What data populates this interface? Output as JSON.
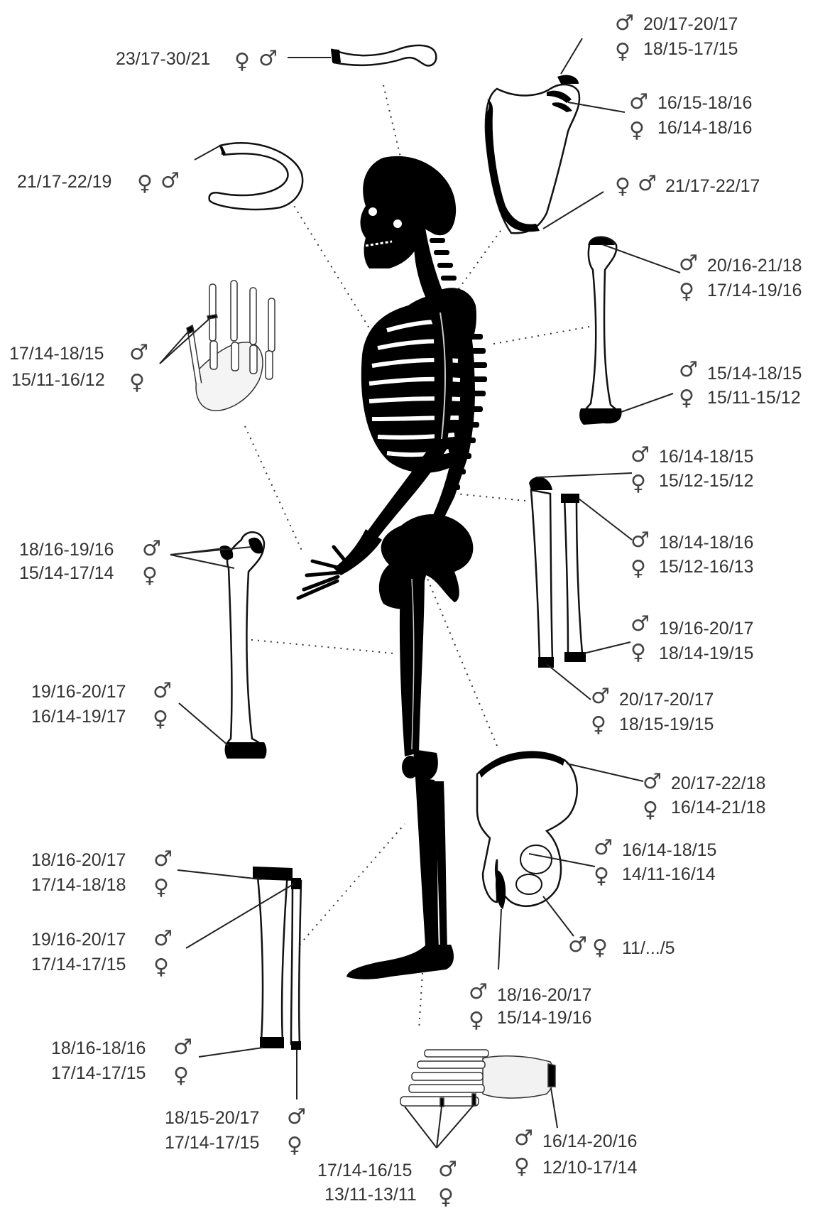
{
  "symbols": {
    "male": "♂",
    "female": "♀"
  },
  "labels": {
    "clavicle": "23/17-30/21",
    "rib": "21/17-22/19",
    "hand_m": "17/14-18/15",
    "hand_f": "15/11-16/12",
    "femur_prox_m": "18/16-19/16",
    "femur_prox_f": "15/14-17/14",
    "femur_dist_m": "19/16-20/17",
    "femur_dist_f": "16/14-19/17",
    "tibia_prox_m": "18/16-20/17",
    "tibia_prox_f": "17/14-18/18",
    "fibula_prox_m": "19/16-20/17",
    "fibula_prox_f": "17/14-17/15",
    "tibia_dist_m": "18/16-18/16",
    "tibia_dist_f": "17/14-17/15",
    "fibula_dist_m": "18/15-20/17",
    "fibula_dist_f": "17/14-17/15",
    "foot_phal_m": "17/14-16/15",
    "foot_phal_f": "13/11-13/11",
    "scap_acr_m": "20/17-20/17",
    "scap_acr_f": "18/15-17/15",
    "scap_cor_m": "16/15-18/16",
    "scap_cor_f": "16/14-18/16",
    "scap_border": "21/17-22/17",
    "hum_prox_m": "20/16-21/18",
    "hum_prox_f": "17/14-19/16",
    "hum_dist_m": "15/14-18/15",
    "hum_dist_f": "15/11-15/12",
    "rad_prox_m": "16/14-18/15",
    "rad_prox_f": "15/12-15/12",
    "uln_prox_m": "18/14-18/16",
    "uln_prox_f": "15/12-16/13",
    "uln_dist_m": "19/16-20/17",
    "uln_dist_f": "18/14-19/15",
    "rad_dist_m": "20/17-20/17",
    "rad_dist_f": "18/15-19/15",
    "iliac_m": "20/17-22/18",
    "iliac_f": "16/14-21/18",
    "acet_m": "16/14-18/15",
    "acet_f": "14/11-16/14",
    "acet_center": "11/.../5",
    "isch_m": "18/16-20/17",
    "isch_f": "15/14-19/16",
    "calc_m": "16/14-20/16",
    "calc_f": "12/10-17/14"
  }
}
